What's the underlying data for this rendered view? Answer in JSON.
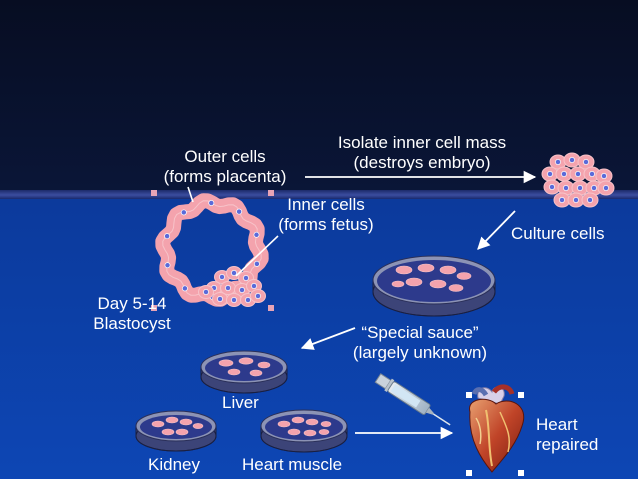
{
  "colors": {
    "background_top": "#0a1230",
    "background_bottom": "#0d3fa6",
    "cell": "#f4a3ad",
    "cell_edge": "#f7c3c9",
    "nucleus": "#5a6ad9",
    "dish_fill": "#2d3a8c",
    "dish_rim": "#8c93b5",
    "arrow": "#ffffff"
  },
  "labels": {
    "outer_cells_1": "Outer cells",
    "outer_cells_2": "(forms placenta)",
    "inner_cells_1": "Inner cells",
    "inner_cells_2": "(forms fetus)",
    "isolate_1": "Isolate inner cell mass",
    "isolate_2": "(destroys embryo)",
    "culture": "Culture cells",
    "day_range": "Day 5-14",
    "blastocyst": "Blastocyst",
    "sauce_1": "“Special sauce”",
    "sauce_2": "(largely unknown)",
    "liver": "Liver",
    "kidney": "Kidney",
    "heart_muscle": "Heart muscle",
    "heart_1": "Heart",
    "heart_2": "repaired"
  },
  "icons": [
    "blastocyst-icon",
    "cell-cluster-icon",
    "petri-dish-icon",
    "syringe-icon",
    "heart-icon"
  ]
}
